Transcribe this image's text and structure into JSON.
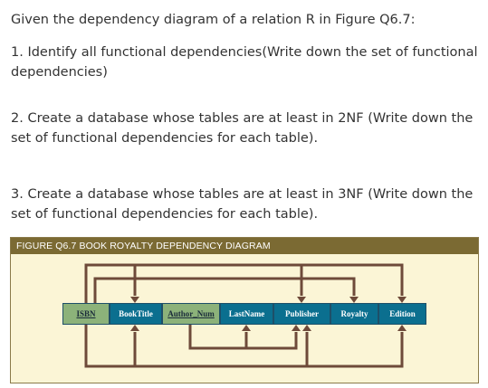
{
  "intro": "Given the dependency diagram of a relation R in Figure Q6.7:",
  "questions": [
    "1. Identify all functional dependencies(Write down the set of functional dependencies)",
    "2. Create a database whose tables are at least in 2NF (Write down the set of functional dependencies for each table).",
    "3. Create a database whose tables are at least in 3NF (Write down the set of functional dependencies for each table)."
  ],
  "figure": {
    "title": "FIGURE Q6.7  BOOK ROYALTY DEPENDENCY DIAGRAM",
    "attributes": [
      {
        "label": "ISBN",
        "key": true,
        "color": "#8cb27a"
      },
      {
        "label": "BookTitle",
        "key": false,
        "color": "#0b6f8f"
      },
      {
        "label": "Author_Num",
        "key": true,
        "color": "#8cb27a"
      },
      {
        "label": "LastName",
        "key": false,
        "color": "#0b6f8f"
      },
      {
        "label": "Publisher",
        "key": false,
        "color": "#0b6f8f"
      },
      {
        "label": "Royalty",
        "key": false,
        "color": "#0b6f8f"
      },
      {
        "label": "Edition",
        "key": false,
        "color": "#0b6f8f"
      }
    ],
    "line_color": "#6e4a3a"
  }
}
